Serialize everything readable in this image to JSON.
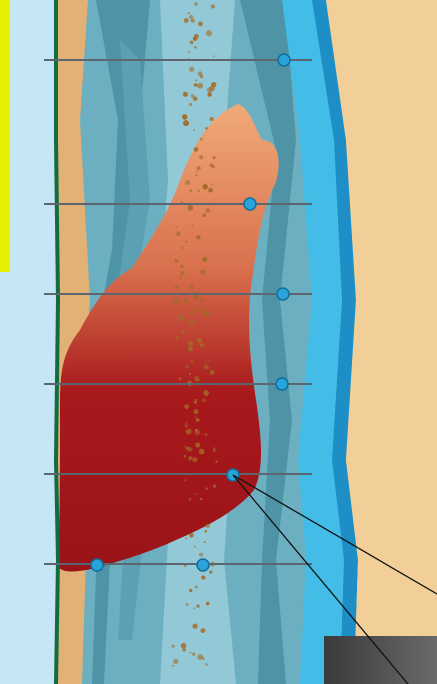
{
  "scene": {
    "colors": {
      "sand": "#f2cf98",
      "sand_dark": "#e2b176",
      "left_water": "#c6e6f5",
      "yellow_panel": "#e4f100",
      "shoreline_green": "#126c3e",
      "channel_dark": "#4e93a6",
      "channel_mid": "#6cafc0",
      "channel_light": "#93c9d6",
      "bright_blue": "#43bde8",
      "bright_blue_dark": "#1e8fc6",
      "plume_top": "#f0aa78",
      "plume_bottom": "#a3171b",
      "gravel": "#a36a26",
      "transect_line": "#5d6670",
      "sample_dot": "#2aa3d8",
      "callout_line": "#111111",
      "inset_box": "#4a4a4a"
    },
    "transects": [
      {
        "name": "transect-1",
        "sample_count": 1
      },
      {
        "name": "transect-2",
        "sample_count": 1
      },
      {
        "name": "transect-3",
        "sample_count": 1
      },
      {
        "name": "transect-4",
        "sample_count": 1
      },
      {
        "name": "transect-5",
        "sample_count": 1
      },
      {
        "name": "transect-6",
        "sample_count": 2
      }
    ],
    "callout": {
      "target": "inset-panel"
    }
  }
}
